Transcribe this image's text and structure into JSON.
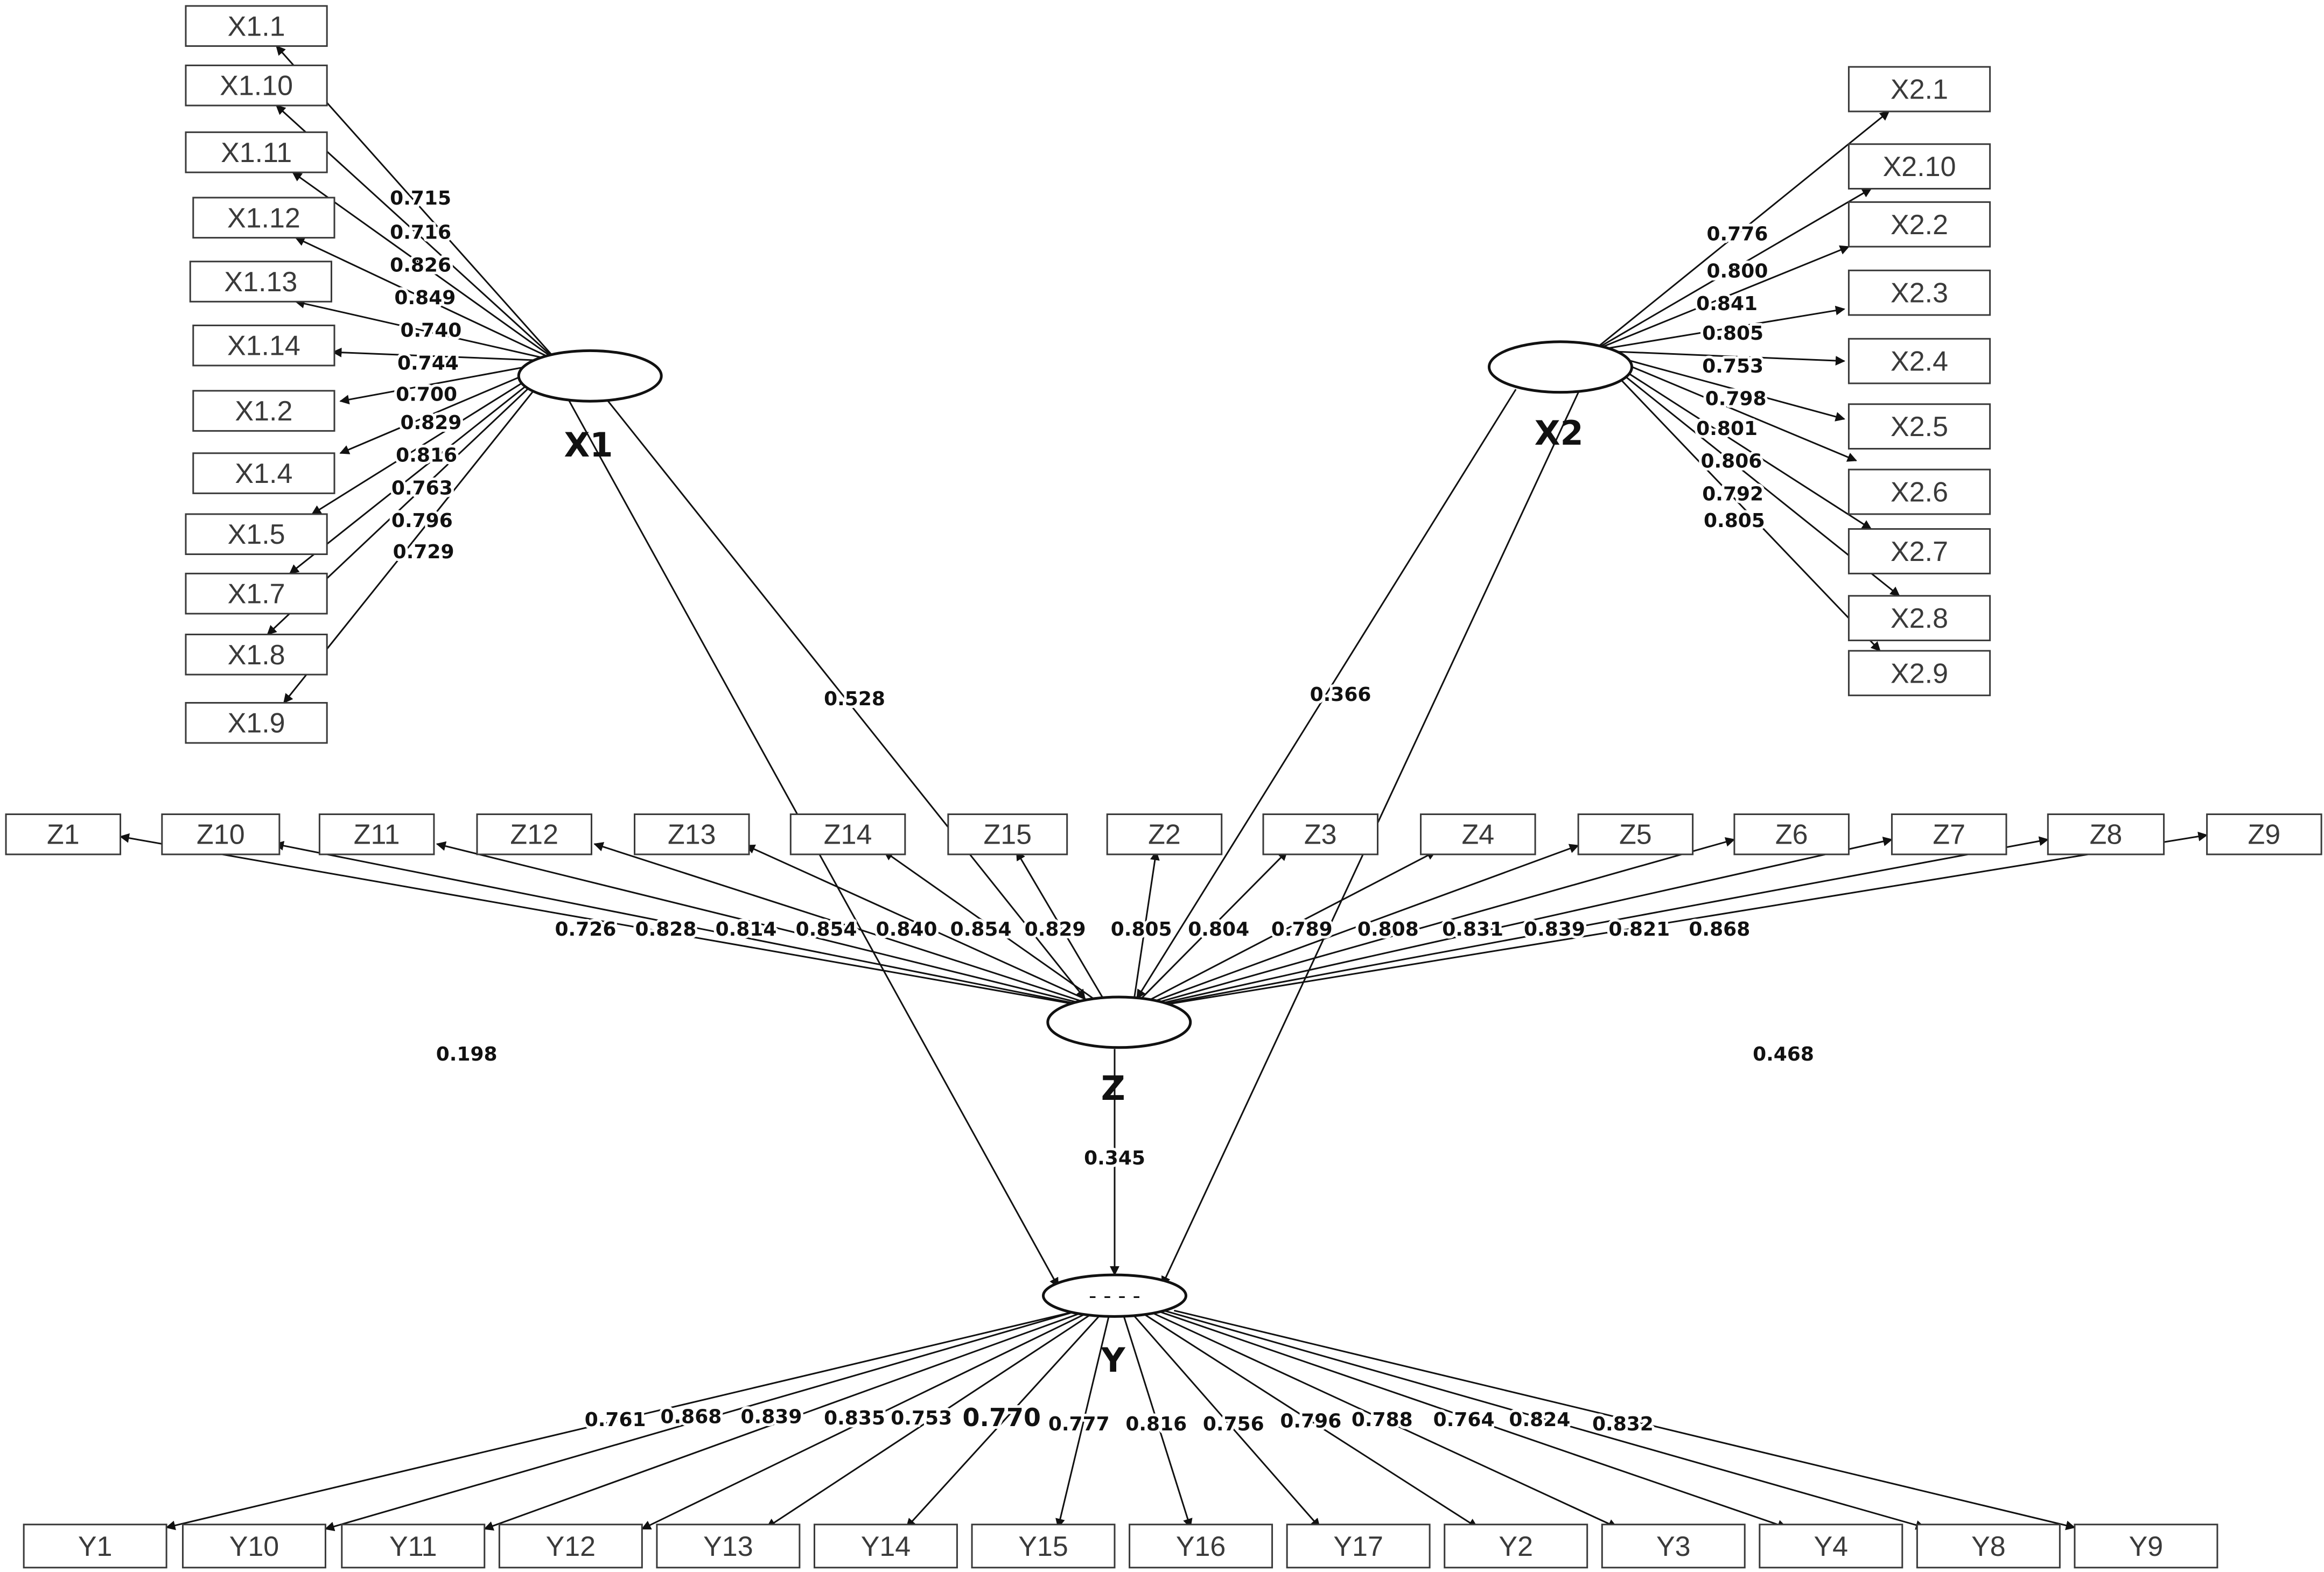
{
  "latents": {
    "X1": {
      "label": "X1"
    },
    "X2": {
      "label": "X2"
    },
    "Z": {
      "label": "Z",
      "inner": ""
    },
    "Y": {
      "label": "Y",
      "inner": "- - - -"
    }
  },
  "indicators": {
    "X1": [
      {
        "id": "X1.1",
        "label": "X1.1",
        "loading": "",
        "arrow": true
      },
      {
        "id": "X1.10",
        "label": "X1.10",
        "loading": "0.715"
      },
      {
        "id": "X1.11",
        "label": "X1.11",
        "loading": "0.716"
      },
      {
        "id": "X1.12",
        "label": "X1.12",
        "loading": "0.826"
      },
      {
        "id": "X1.13",
        "label": "X1.13",
        "loading": "0.849"
      },
      {
        "id": "X1.14",
        "label": "X1.14",
        "loading": "0.740"
      },
      {
        "id": "X1.2",
        "label": "X1.2",
        "loading": "0.744"
      },
      {
        "id": "X1.4",
        "label": "X1.4",
        "loading": "0.700"
      },
      {
        "id": "X1.5",
        "label": "X1.5",
        "loading": "0.829"
      },
      {
        "id": "X1.7",
        "label": "X1.7",
        "loading": "0.816"
      },
      {
        "id": "X1.8",
        "label": "X1.8",
        "loading": "0.763"
      },
      {
        "id": "X1.9",
        "label": "X1.9",
        "loading": "0.796"
      }
    ],
    "X1_extra_loading": "0.729",
    "X2": [
      {
        "id": "X2.1",
        "label": "X2.1",
        "loading": "0.776"
      },
      {
        "id": "X2.10",
        "label": "X2.10",
        "loading": "0.800"
      },
      {
        "id": "X2.2",
        "label": "X2.2",
        "loading": "0.841"
      },
      {
        "id": "X2.3",
        "label": "X2.3",
        "loading": "0.805"
      },
      {
        "id": "X2.4",
        "label": "X2.4",
        "loading": "0.753"
      },
      {
        "id": "X2.5",
        "label": "X2.5",
        "loading": "0.798"
      },
      {
        "id": "X2.6",
        "label": "X2.6",
        "loading": "0.801"
      },
      {
        "id": "X2.7",
        "label": "X2.7",
        "loading": "0.806"
      },
      {
        "id": "X2.8",
        "label": "X2.8",
        "loading": "0.792"
      },
      {
        "id": "X2.9",
        "label": "X2.9",
        "loading": "0.805"
      }
    ],
    "Z": [
      {
        "id": "Z1",
        "label": "Z1",
        "loading": "0.726"
      },
      {
        "id": "Z10",
        "label": "Z10",
        "loading": "0.828"
      },
      {
        "id": "Z11",
        "label": "Z11",
        "loading": "0.814"
      },
      {
        "id": "Z12",
        "label": "Z12",
        "loading": "0.854"
      },
      {
        "id": "Z13",
        "label": "Z13",
        "loading": "0.840"
      },
      {
        "id": "Z14",
        "label": "Z14",
        "loading": "0.854"
      },
      {
        "id": "Z15",
        "label": "Z15",
        "loading": "0.829"
      },
      {
        "id": "Z2",
        "label": "Z2",
        "loading": "0.805"
      },
      {
        "id": "Z3",
        "label": "Z3",
        "loading": "0.804"
      },
      {
        "id": "Z4",
        "label": "Z4",
        "loading": "0.789"
      },
      {
        "id": "Z5",
        "label": "Z5",
        "loading": "0.808"
      },
      {
        "id": "Z6",
        "label": "Z6",
        "loading": "0.831"
      },
      {
        "id": "Z7",
        "label": "Z7",
        "loading": "0.839"
      },
      {
        "id": "Z8",
        "label": "Z8",
        "loading": "0.821"
      },
      {
        "id": "Z9",
        "label": "Z9",
        "loading": "0.868"
      }
    ],
    "Y": [
      {
        "id": "Y1",
        "label": "Y1",
        "loading": "0.761"
      },
      {
        "id": "Y10",
        "label": "Y10",
        "loading": "0.868"
      },
      {
        "id": "Y11",
        "label": "Y11",
        "loading": "0.839"
      },
      {
        "id": "Y12",
        "label": "Y12",
        "loading": "0.835"
      },
      {
        "id": "Y13",
        "label": "Y13",
        "loading": "0.753"
      },
      {
        "id": "Y14",
        "label": "Y14",
        "loading": "0.770"
      },
      {
        "id": "Y15",
        "label": "Y15",
        "loading": "0.777"
      },
      {
        "id": "Y16",
        "label": "Y16",
        "loading": "0.816"
      },
      {
        "id": "Y17",
        "label": "Y17",
        "loading": "0.756"
      },
      {
        "id": "Y2",
        "label": "Y2",
        "loading": "0.796"
      },
      {
        "id": "Y3",
        "label": "Y3",
        "loading": "0.788"
      },
      {
        "id": "Y4",
        "label": "Y4",
        "loading": "0.764"
      },
      {
        "id": "Y8",
        "label": "Y8",
        "loading": "0.824"
      },
      {
        "id": "Y9",
        "label": "Y9",
        "loading": "0.832"
      }
    ]
  },
  "paths": [
    {
      "id": "X1-Z",
      "from": "X1",
      "to": "Z",
      "coef": "0.528"
    },
    {
      "id": "X2-Z",
      "from": "X2",
      "to": "Z",
      "coef": "0.366"
    },
    {
      "id": "X1-Y",
      "from": "X1",
      "to": "Y",
      "coef": "0.198"
    },
    {
      "id": "X2-Y",
      "from": "X2",
      "to": "Y",
      "coef": "0.468"
    },
    {
      "id": "Z-Y",
      "from": "Z",
      "to": "Y",
      "coef": "0.345"
    }
  ]
}
